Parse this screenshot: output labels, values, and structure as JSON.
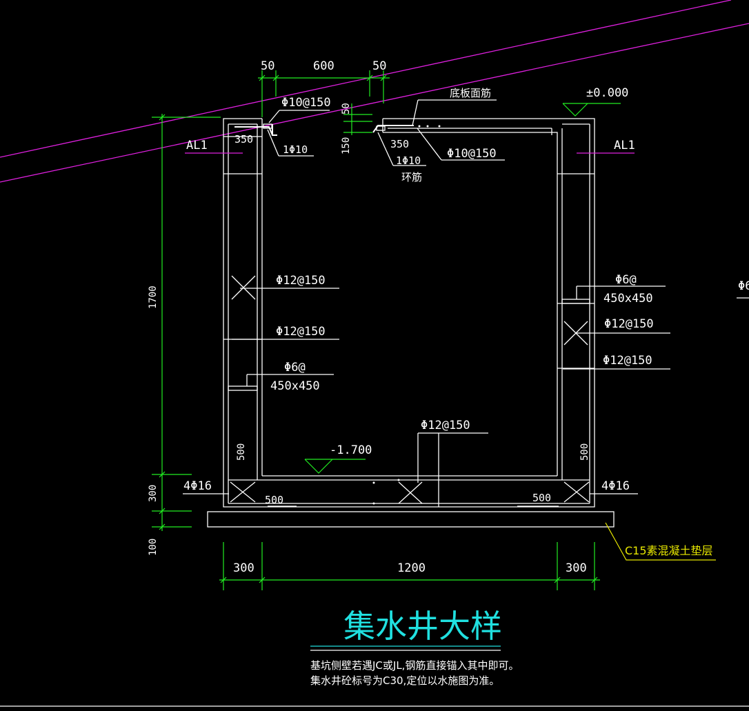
{
  "title": "集水井大样",
  "notes": [
    "基坑侧壁若遇JC或JL,钢筋直接锚入其中即可。",
    "集水井砼标号为C30,定位以水施图为准。"
  ],
  "dims": {
    "top_50_left": "50",
    "top_600": "600",
    "top_50_right": "50",
    "h_1700": "1700",
    "h_300": "300",
    "h_100": "100",
    "w_300_left": "300",
    "w_1200": "1200",
    "w_300_right": "300",
    "v_50": "50",
    "v_150": "150",
    "left_350": "350",
    "right_350": "350",
    "left_500_vert": "500",
    "right_500_vert": "500",
    "bottom_500_left": "500",
    "bottom_500_right": "500"
  },
  "labels": {
    "top_phi10": "Φ10@150",
    "left_1phi10": "1Φ10",
    "right_1phi10": "1Φ10",
    "ring_bar": "环筋",
    "bottom_slab_bar": "底板面筋",
    "right_phi10": "Φ10@150",
    "elev_top": "±0.000",
    "elev_bottom": "-1.700",
    "al1_left": "AL1",
    "al1_right": "AL1",
    "left_phi12_a": "Φ12@150",
    "left_phi12_b": "Φ12@150",
    "left_phi6": "Φ6@",
    "left_450": "450x450",
    "right_phi6": "Φ6@",
    "right_450": "450x450",
    "right_phi12_a": "Φ12@150",
    "right_phi12_b": "Φ12@150",
    "bottom_phi12": "Φ12@150",
    "left_4phi16": "4Φ16",
    "right_4phi16": "4Φ16",
    "c15": "C15素混凝土垫层",
    "edge_fragment": "Φ6"
  }
}
